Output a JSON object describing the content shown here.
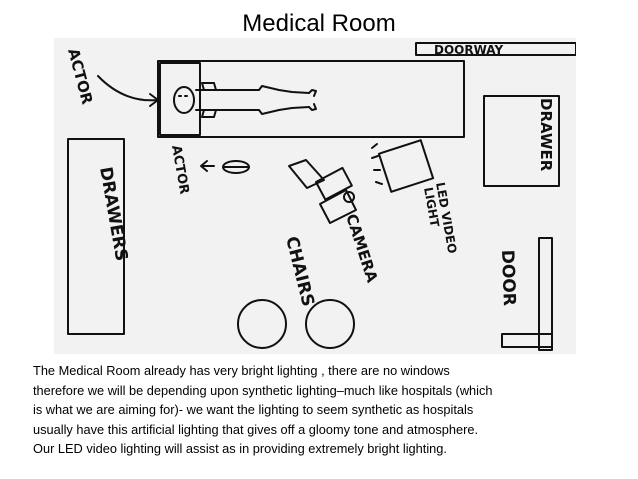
{
  "title": "Medical Room",
  "diagram": {
    "labels": {
      "actor_top": "ACTOR",
      "doorway": "DOORWAY",
      "drawer": "DRAWER",
      "actor_mid": "ACTOR",
      "drawers": "DRAWERS",
      "camera": "CAMERA",
      "chairs": "CHAIRS",
      "led_line1": "LED VIDEO",
      "led_line2": "LIGHT",
      "door": "DOOR"
    }
  },
  "caption": [
    "The Medical Room already has very bright lighting , there are no windows",
    "therefore we will be depending upon synthetic lighting–much like hospitals (which",
    "is what we are aiming for)- we want the lighting to seem synthetic  as hospitals",
    "usually have this artificial lighting that gives off a gloomy tone and atmosphere.",
    "Our LED video lighting will assist as in providing extremely bright lighting."
  ]
}
